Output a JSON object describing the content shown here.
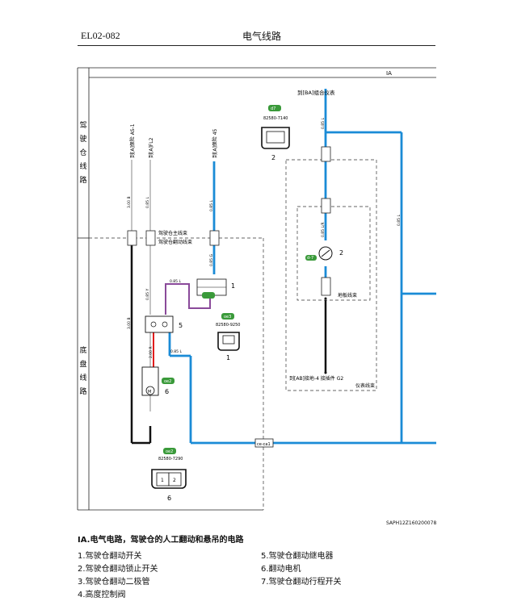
{
  "header": {
    "page_code": "EL02-082",
    "section_title": "电气线路"
  },
  "diagram": {
    "section_label": "IA",
    "zones": {
      "cab": [
        "驾",
        "驶",
        "仓",
        "线",
        "路"
      ],
      "chassis": [
        "底",
        "盘",
        "线",
        "路"
      ]
    },
    "connectors": {
      "top_instrument": "到[BA]组合仪表",
      "fuse_a": "到[A]保险 AS-1",
      "fuse_b": "到[A]FL2",
      "fuse_c": "到[A]保险 45",
      "ground": "到[AB]接地-4 接插件 G2",
      "main_harness": "驾驶仓主线束",
      "tilt_harness": "驾驶仓翻动线束",
      "floor_harness": "地板线束",
      "instrument_harness": "仪表线束",
      "chassis_conn": "ce-ca1"
    },
    "parts": {
      "part1": {
        "badge": "oe3",
        "pn": "82580-9250",
        "num": "1",
        "num_top": "1"
      },
      "part2": {
        "badge": "d7",
        "pn": "82580-7140",
        "num": "2",
        "num_side": "2"
      },
      "part5": {
        "num": "5"
      },
      "part6": {
        "badge": "oe2",
        "pn": "82580-7290",
        "num": "6",
        "num_side": "6"
      },
      "part6_pins": [
        "1",
        "2"
      ],
      "part2_mid_badge": "d-7"
    },
    "wire_labels": {
      "w1": "3.00 B",
      "w2": "0.85 L",
      "w3": "0.85 L",
      "w4": "0.85 G",
      "w5": "0.85 Y",
      "w6": "3.00 B",
      "w7": "0.85 L",
      "w8": "0.85 L",
      "w9": "2.00 R",
      "w10": "0.85 L",
      "w11": "0.85 L/R",
      "w12": "0.85 L"
    },
    "ref_code": "SAPH12Z160200078"
  },
  "caption": {
    "title": "IA.电气电路，驾驶仓的人工翻动和悬吊的电路",
    "items": [
      "1.驾驶仓翻动开关",
      "2.驾驶仓翻动锁止开关",
      "3.驾驶仓翻动二极管",
      "4.高度控制阀",
      "5.驾驶仓翻动继电器",
      "6.翻动电机",
      "7.驾驶仓翻动行程开关"
    ]
  }
}
